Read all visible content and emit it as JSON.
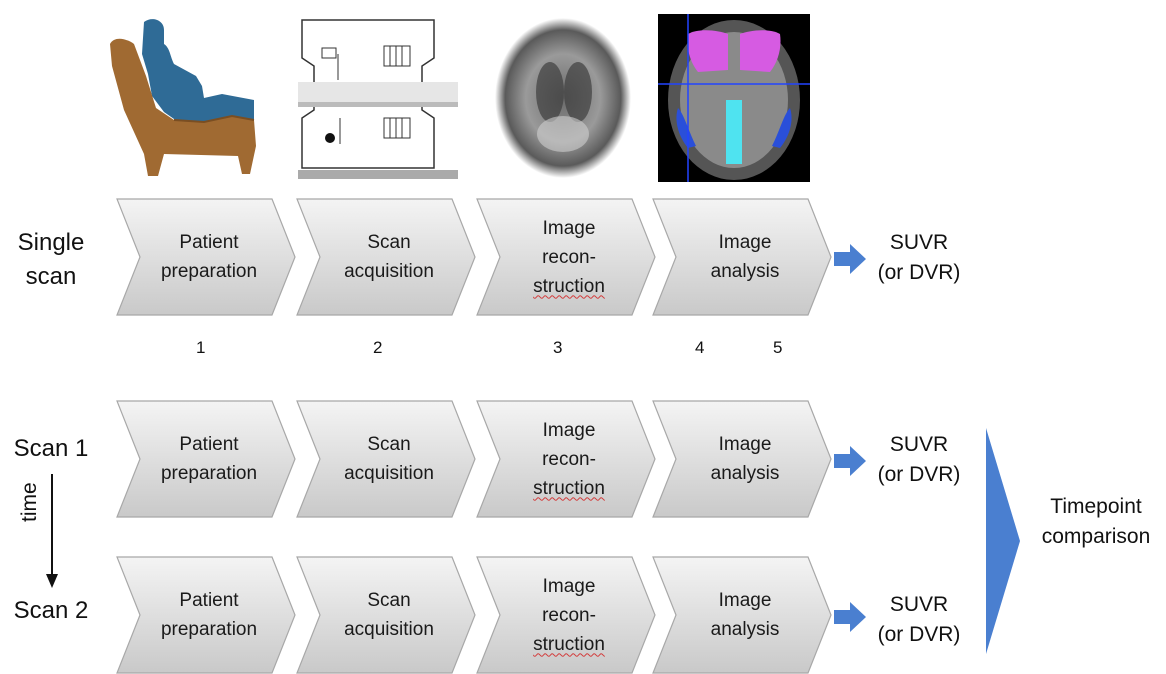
{
  "rows": [
    {
      "label_lines": [
        "Single",
        "scan"
      ],
      "result_lines": [
        "SUVR",
        "(or DVR)"
      ]
    },
    {
      "label_lines": [
        "Scan 1"
      ],
      "result_lines": [
        "SUVR",
        "(or DVR)"
      ]
    },
    {
      "label_lines": [
        "Scan 2"
      ],
      "result_lines": [
        "SUVR",
        "(or DVR)"
      ]
    }
  ],
  "steps": [
    {
      "lines": [
        "Patient",
        "preparation"
      ]
    },
    {
      "lines": [
        "Scan",
        "acquisition"
      ]
    },
    {
      "lines": [
        "Image",
        "recon-",
        "struction"
      ]
    },
    {
      "lines": [
        "Image",
        "analysis"
      ]
    }
  ],
  "step_numbers": [
    "1",
    "2",
    "3",
    "4",
    "5"
  ],
  "time_label": "time",
  "comparison_lines": [
    "Timepoint",
    "comparison"
  ],
  "colors": {
    "arrow_blue": "#4a7fd0",
    "chevron_fill_top": "#f4f4f4",
    "chevron_fill_bottom": "#c9c9c9",
    "chair_brown": "#a06a32",
    "person_blue": "#2f6b96"
  }
}
